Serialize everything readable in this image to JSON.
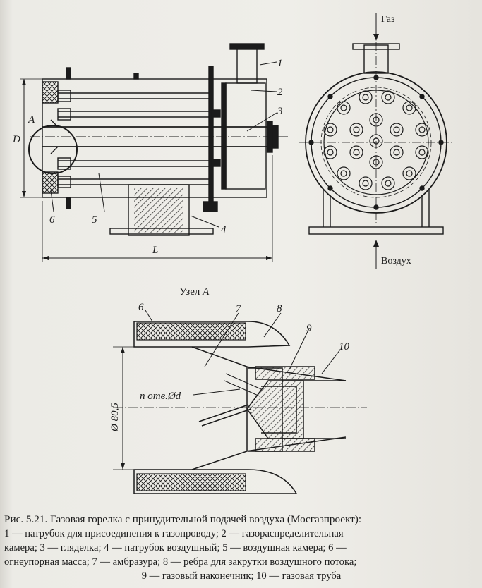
{
  "drawing_top": {
    "labels": {
      "l1": "1",
      "l2": "2",
      "l3": "3",
      "l4": "4",
      "l5": "5",
      "l6": "6",
      "lA": "A"
    },
    "dim_D": "D",
    "dim_L": "L",
    "gas": "Газ",
    "air": "Воздух"
  },
  "detail": {
    "title_prefix": "Узел",
    "title_letter": "A",
    "labels": {
      "l6": "6",
      "l7": "7",
      "l8": "8",
      "l9": "9",
      "l10": "10"
    },
    "diameter": "Ø 80,5",
    "holes": "n отв.Ød"
  },
  "caption": {
    "title": "Рис. 5.21. Газовая горелка с принудительной подачей воздуха (Мосгазпроект):",
    "line1": "1 — патрубок для присоединения к газопроводу; 2 — газораспределительная",
    "line2": "камера; 3 — гляделка; 4 — патрубок воздушный; 5 — воздушная камера; 6 —",
    "line3": "огнеупорная масса; 7 — амбразура; 8 — ребра для закрутки воздушного потока;",
    "line4": "9 — газовый наконечник; 10 — газовая труба"
  }
}
